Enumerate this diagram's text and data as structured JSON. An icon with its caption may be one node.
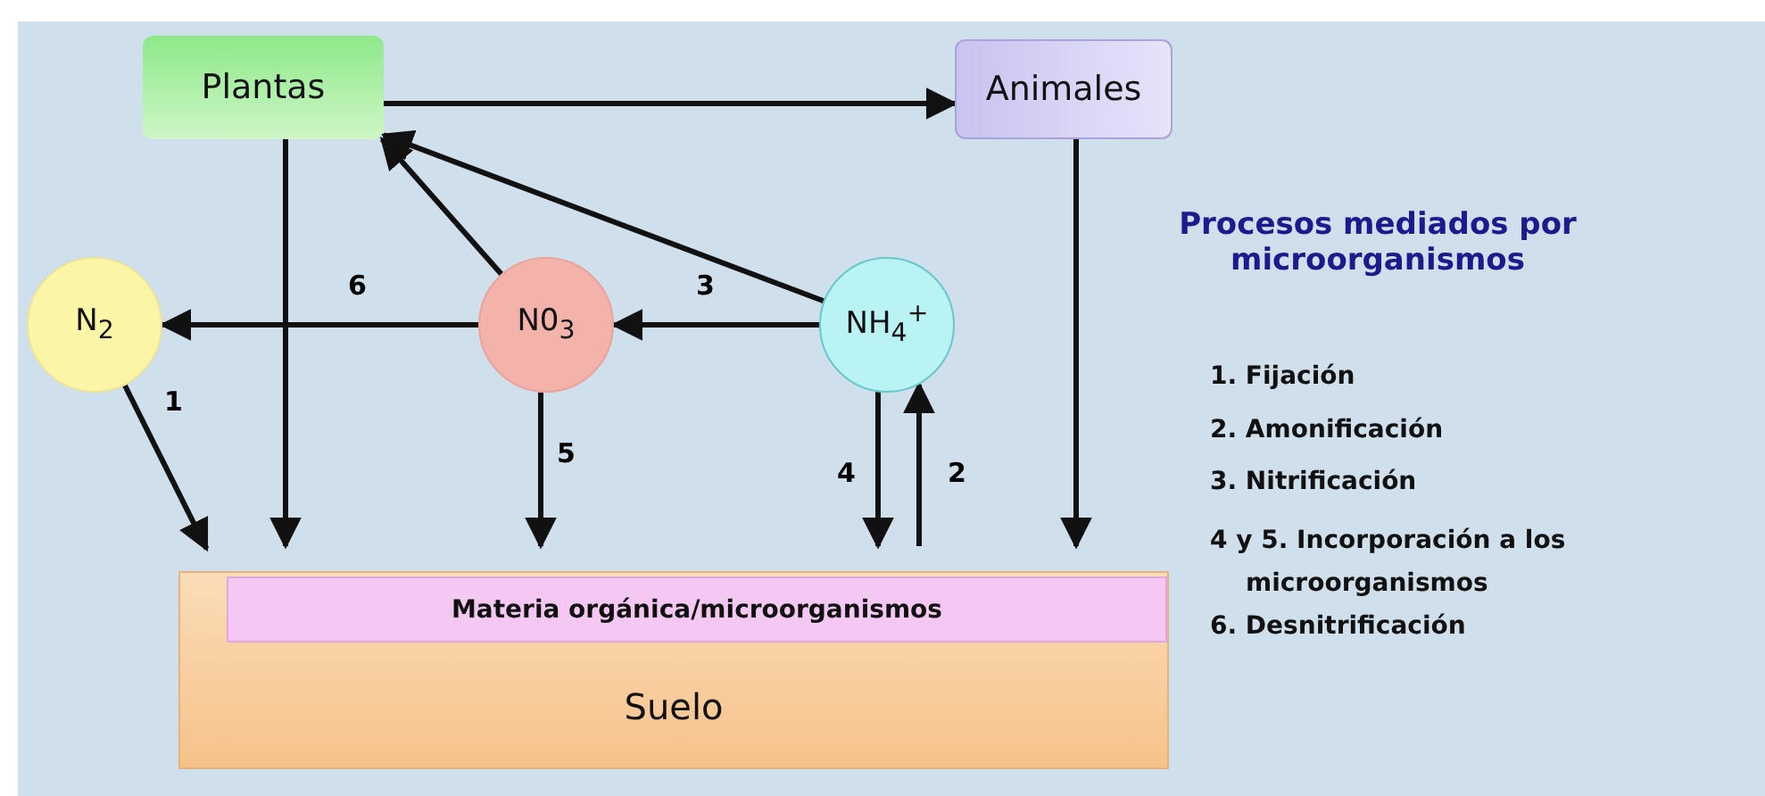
{
  "diagram": {
    "nodes": [
      {
        "text": [
          "Plantas"
        ]
      },
      {
        "text": [
          "Animales"
        ]
      },
      {
        "text": [
          "N$_{2}$"
        ]
      },
      {
        "text": [
          "N0$_{3}$"
        ]
      },
      {
        "text": [
          "NH$_{4}$$^{+}$"
        ]
      },
      {
        "text": [
          "Suelo"
        ]
      },
      {
        "text": [
          "Materia orgánica/microorganismos"
        ],
        "in": 5
      }
    ],
    "edges": [
      {
        "from": 0,
        "to": 1,
        "arrow": "to"
      },
      {
        "from": 4,
        "to": 0,
        "arrow": "to"
      },
      {
        "from": 3,
        "to": 0,
        "arrow": "to"
      },
      {
        "from": 3,
        "to": 2,
        "arrow": "to",
        "label": "6"
      },
      {
        "from": 4,
        "to": 3,
        "arrow": "to",
        "label": "3"
      },
      {
        "from": 2,
        "to": 5,
        "arrow": "to",
        "label": "1"
      },
      {
        "from": 0,
        "to": 5,
        "arrow": "to"
      },
      {
        "from": 3,
        "to": 5,
        "arrow": "to",
        "label": "5"
      },
      {
        "from": 4,
        "to": 5,
        "arrow": "to",
        "label": "4"
      },
      {
        "from": 5,
        "to": 4,
        "arrow": "to",
        "label": "2"
      },
      {
        "from": 1,
        "to": 5,
        "arrow": "to"
      }
    ],
    "labels": [
      "Procesos mediados por microorganismos",
      "1. Fijación",
      "2. Amonificación",
      "3. Nitrificación",
      "4 y 5. Incorporación a los microorganismos",
      "6. Desnitrificación"
    ]
  }
}
